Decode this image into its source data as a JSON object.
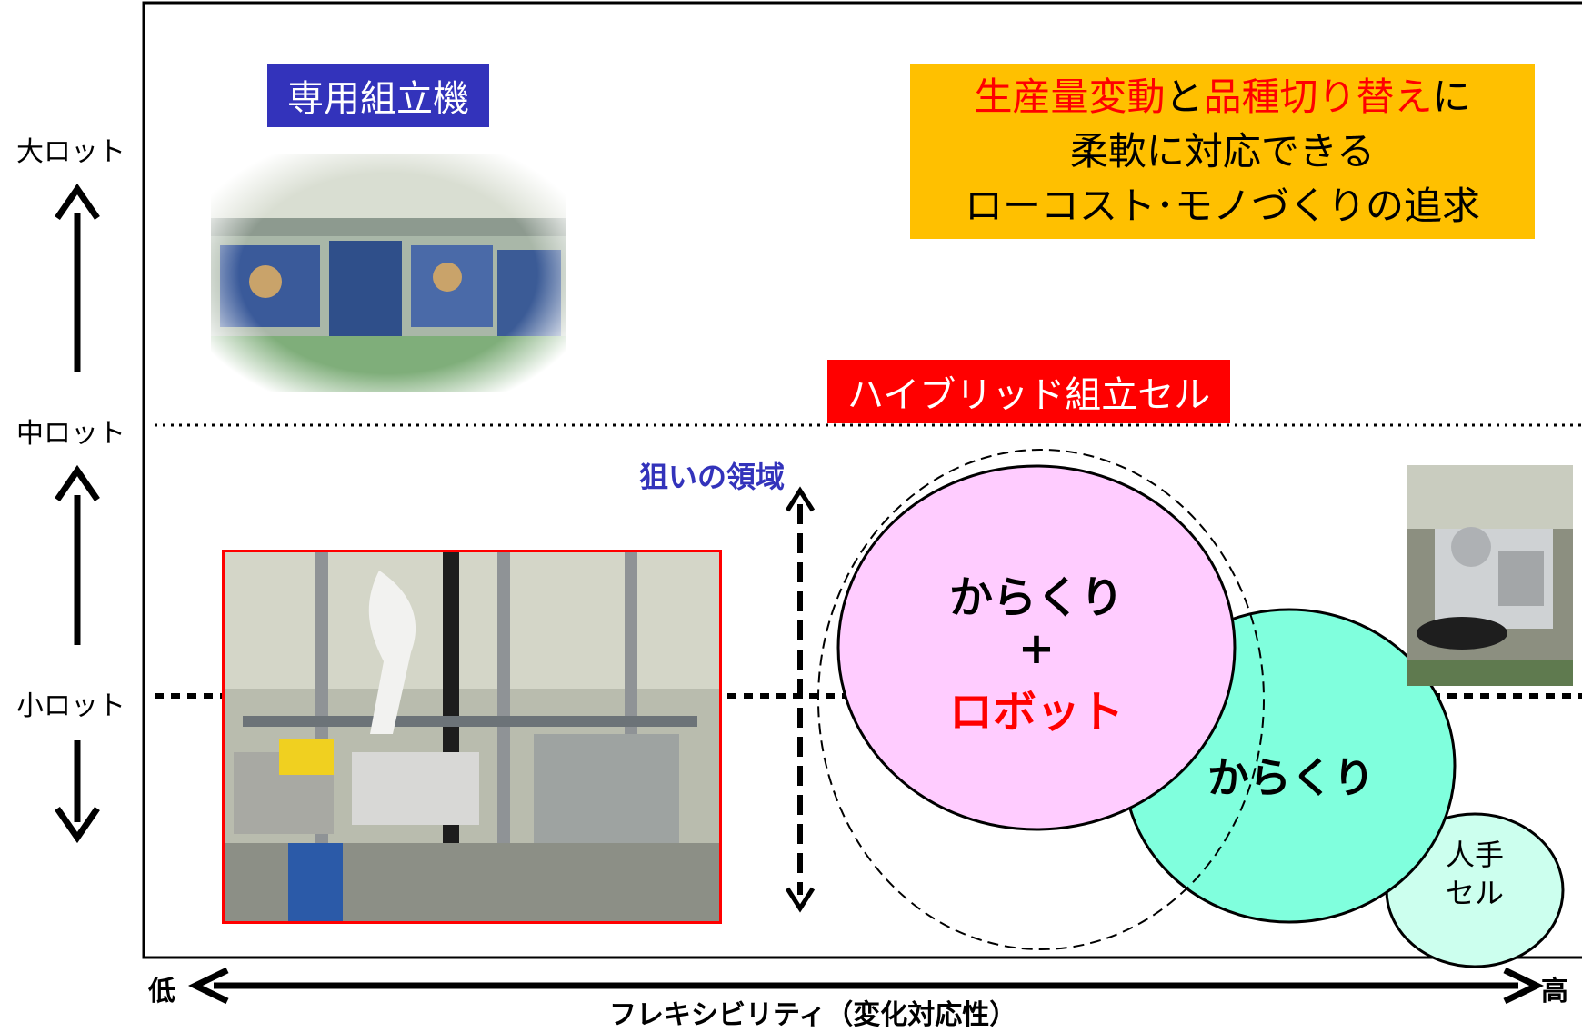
{
  "y_axis": {
    "large_lot": "大ロット",
    "medium_lot": "中ロット",
    "small_lot": "小ロット"
  },
  "x_axis": {
    "low": "低",
    "high": "高",
    "title": "フレキシビリティ（変化対応性）"
  },
  "labels": {
    "dedicated_machine": "専用組立機",
    "hybrid_cell": "ハイブリッド組立セル",
    "target_area": "狙いの領域"
  },
  "goal": {
    "line1_part1": "生産量変動",
    "line1_part2": "と",
    "line1_part3": "品種切り替え",
    "line1_part4": "に",
    "line2": "柔軟に対応できる",
    "line3": "ローコスト･モノづくりの追求"
  },
  "bubbles": {
    "karakuri_robot_line1": "からくり",
    "karakuri_robot_plus": "+",
    "karakuri_robot_line3": "ロボット",
    "karakuri": "からくり",
    "manual_line1": "人手",
    "manual_line2": "セル"
  },
  "colors": {
    "blue_caption": "#3333bb",
    "red_caption": "#ff0000",
    "goal_bg": "#ffc000",
    "pink_bubble": "#ffccff",
    "green_bubble": "#80ffdd",
    "light_green_bubble": "#ccffee"
  }
}
